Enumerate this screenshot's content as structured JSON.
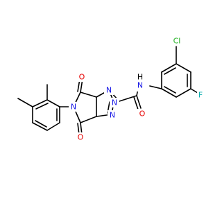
{
  "colors": {
    "bond": "#000000",
    "nitrogen": "#1515e6",
    "oxygen": "#e60000",
    "chlorine": "#20b020",
    "fluorine": "#10b0b0",
    "hydrogen": "#000000"
  },
  "atoms": [
    {
      "id": "cl",
      "symbol": "Cl",
      "element": "chlorine"
    },
    {
      "id": "f",
      "symbol": "F",
      "element": "fluorine"
    },
    {
      "id": "amide-n",
      "symbol": "N",
      "element": "nitrogen",
      "h": "H"
    },
    {
      "id": "amide-o",
      "symbol": "O",
      "element": "oxygen"
    },
    {
      "id": "triazole-n1",
      "symbol": "N",
      "element": "nitrogen"
    },
    {
      "id": "triazole-n2",
      "symbol": "N",
      "element": "nitrogen"
    },
    {
      "id": "triazole-n3",
      "symbol": "N",
      "element": "nitrogen"
    },
    {
      "id": "imide-n",
      "symbol": "N",
      "element": "nitrogen"
    },
    {
      "id": "imide-o-top",
      "symbol": "O",
      "element": "oxygen"
    },
    {
      "id": "imide-o-bottom",
      "symbol": "O",
      "element": "oxygen"
    }
  ]
}
